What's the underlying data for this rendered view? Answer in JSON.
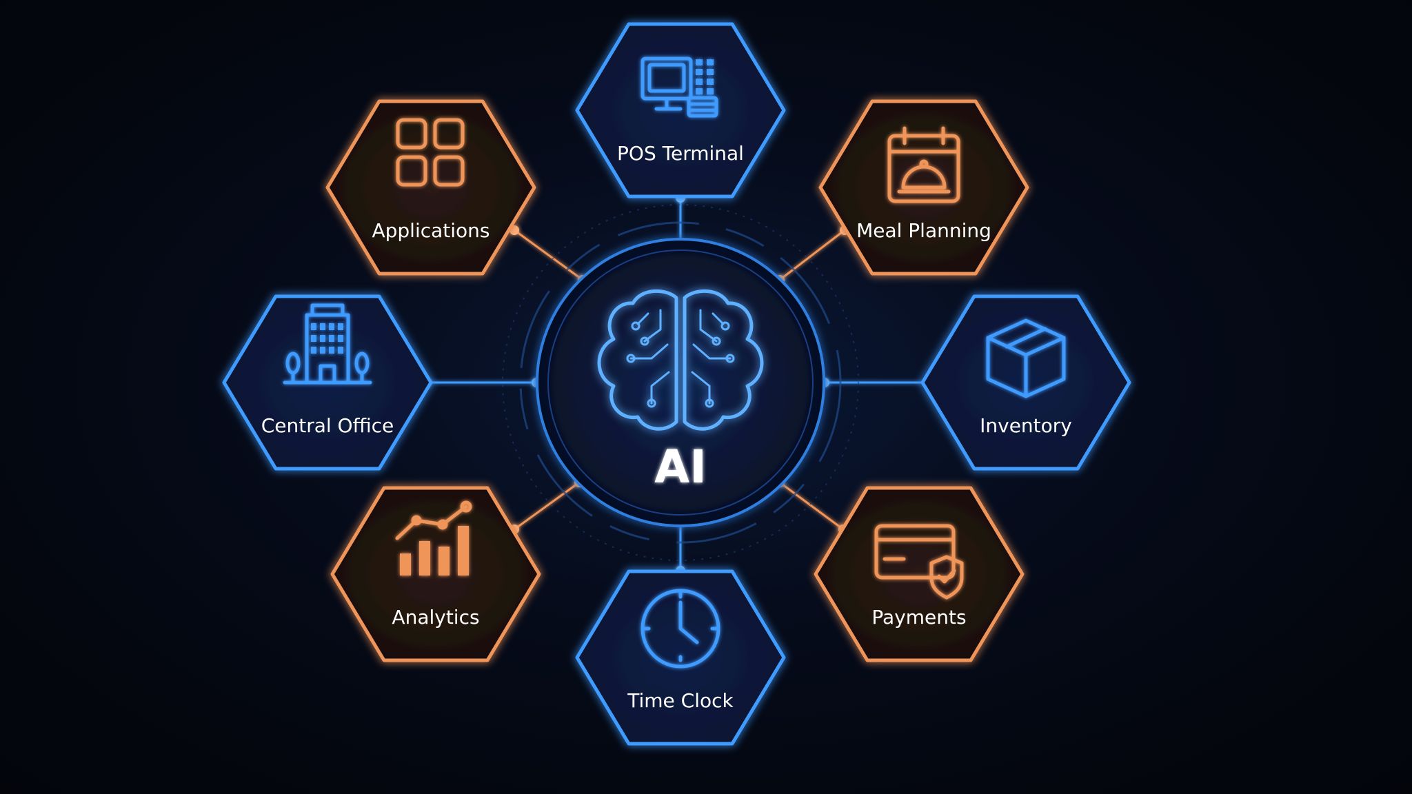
{
  "center": {
    "label": "AI",
    "icon": "brain-circuit-icon",
    "color": "#3f9bff"
  },
  "colors": {
    "blue": "#3f9bff",
    "orange": "#f0955a",
    "background": "#050914"
  },
  "nodes": [
    {
      "id": "pos-terminal",
      "label": "POS Terminal",
      "icon": "pos-terminal-icon",
      "color": "blue"
    },
    {
      "id": "meal-planning",
      "label": "Meal Planning",
      "icon": "calendar-cloche-icon",
      "color": "orange"
    },
    {
      "id": "inventory",
      "label": "Inventory",
      "icon": "box-icon",
      "color": "blue"
    },
    {
      "id": "payments",
      "label": "Payments",
      "icon": "credit-card-shield-icon",
      "color": "orange"
    },
    {
      "id": "time-clock",
      "label": "Time Clock",
      "icon": "clock-icon",
      "color": "blue"
    },
    {
      "id": "analytics",
      "label": "Analytics",
      "icon": "bar-chart-icon",
      "color": "orange"
    },
    {
      "id": "central-office",
      "label": "Central Office",
      "icon": "office-building-icon",
      "color": "blue"
    },
    {
      "id": "applications",
      "label": "Applications",
      "icon": "app-grid-icon",
      "color": "orange"
    }
  ]
}
